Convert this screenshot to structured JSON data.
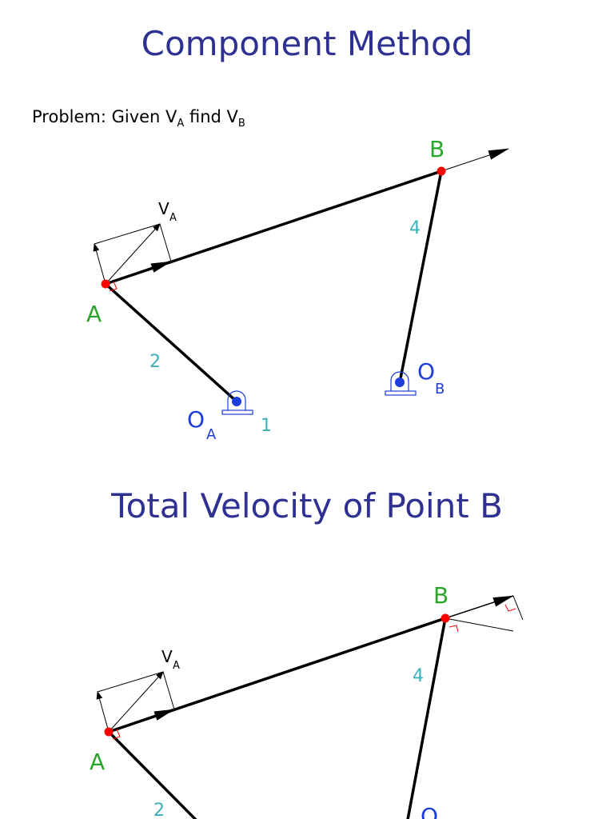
{
  "slide1": {
    "title": "Component Method",
    "problem": {
      "prefix": "Problem: Given V",
      "sub_a": "A",
      "mid": " find V",
      "sub_b": "B"
    },
    "labels": {
      "point_a": "A",
      "point_b": "B",
      "velocity": "V",
      "velocity_sub": "A",
      "link2": "2",
      "link4": "4",
      "ground_a": "O",
      "ground_a_sub": "A",
      "ground_b": "O",
      "ground_b_sub": "B",
      "link1": "1"
    }
  },
  "slide2": {
    "title": "Total Velocity of Point B",
    "labels": {
      "point_a": "A",
      "point_b": "B",
      "velocity": "V",
      "velocity_sub": "A",
      "link2": "2",
      "link4": "4",
      "ground_b": "O"
    }
  },
  "colors": {
    "title": "#2e3192",
    "point_label": "#2aa52a",
    "link_label": "#3bb0b8",
    "ground": "#1d3ddb",
    "joint": "#ff0000"
  }
}
